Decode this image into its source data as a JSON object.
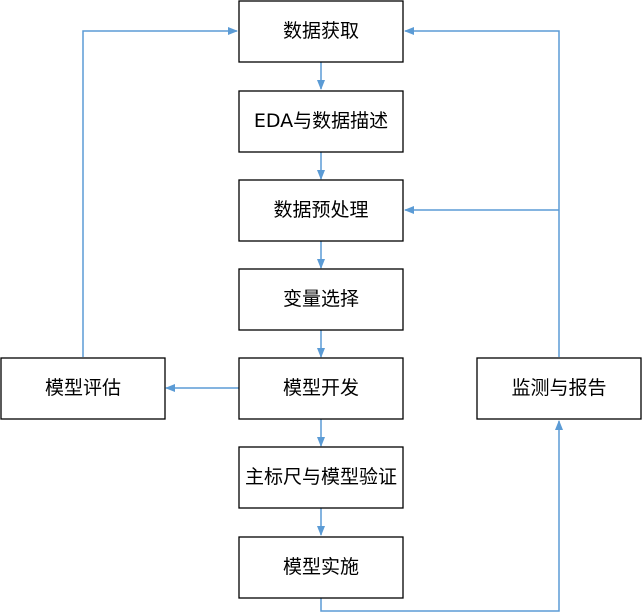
{
  "diagram": {
    "type": "flowchart",
    "colors": {
      "node_border": "#000000",
      "node_fill": "#ffffff",
      "arrow": "#5b9bd5",
      "text": "#000000"
    },
    "nodes": {
      "data_acquisition": "数据获取",
      "eda": "EDA与数据描述",
      "preprocessing": "数据预处理",
      "variable_selection": "变量选择",
      "model_development": "模型开发",
      "master_scale": "主标尺与模型验证",
      "implementation": "模型实施",
      "model_evaluation": "模型评估",
      "monitoring": "监测与报告"
    },
    "edges": [
      {
        "from": "data_acquisition",
        "to": "eda"
      },
      {
        "from": "eda",
        "to": "preprocessing"
      },
      {
        "from": "preprocessing",
        "to": "variable_selection"
      },
      {
        "from": "variable_selection",
        "to": "model_development"
      },
      {
        "from": "model_development",
        "to": "master_scale"
      },
      {
        "from": "master_scale",
        "to": "implementation"
      },
      {
        "from": "model_development",
        "to": "model_evaluation"
      },
      {
        "from": "model_evaluation",
        "to": "data_acquisition"
      },
      {
        "from": "implementation",
        "to": "monitoring"
      },
      {
        "from": "monitoring",
        "to": "data_acquisition"
      },
      {
        "from": "monitoring",
        "to": "preprocessing"
      }
    ]
  }
}
